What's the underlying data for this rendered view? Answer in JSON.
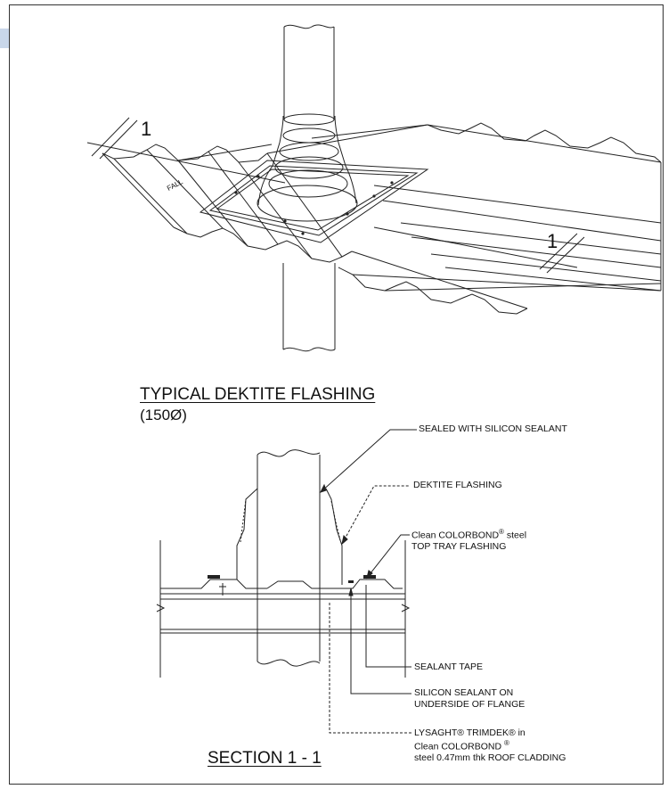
{
  "drawing": {
    "isometric_title": "TYPICAL DEKTITE FLASHING",
    "isometric_subtitle": "(150Ø)",
    "section_title": "SECTION 1 - 1",
    "fall_label": "FALL",
    "section_mark_left": "1",
    "section_mark_right": "1"
  },
  "annotations": {
    "sealed": "SEALED WITH SILICON SEALANT",
    "dektite": "DEKTITE FLASHING",
    "tray_line1_a": "Clean COLORBOND",
    "tray_line1_sup": "®",
    "tray_line1_b": " steel",
    "tray_line2": "TOP TRAY FLASHING",
    "sealant_tape": "SEALANT TAPE",
    "silicon_line1": "SILICON SEALANT ON",
    "silicon_line2": "UNDERSIDE OF FLANGE",
    "trimdek_line1": "LYSAGHT® TRIMDEK® in",
    "trimdek_line2_a": "Clean COLORBOND ",
    "trimdek_line2_sup": "®",
    "trimdek_line3": "steel 0.47mm thk ROOF CLADDING"
  }
}
